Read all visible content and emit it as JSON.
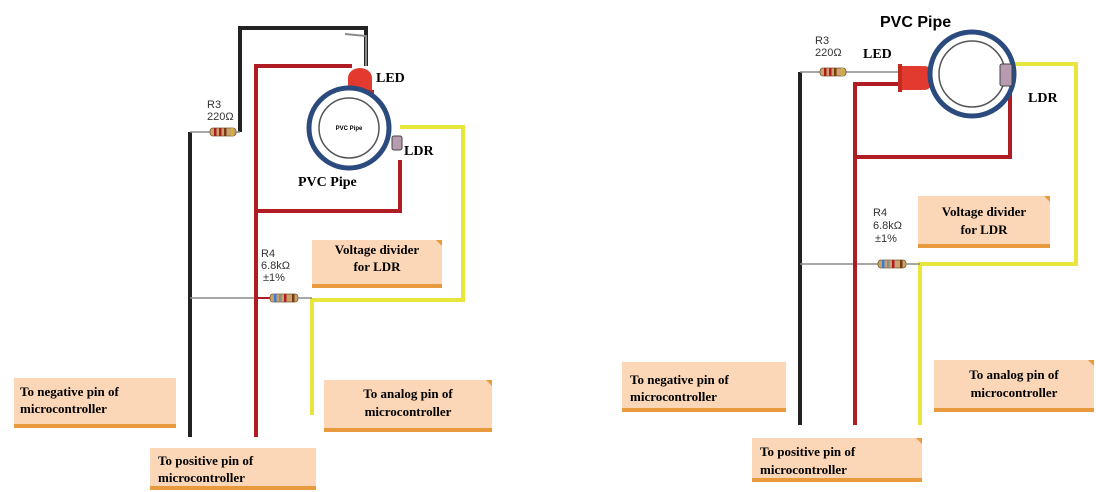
{
  "left": {
    "r3": {
      "name": "R3",
      "value": "220Ω"
    },
    "r4": {
      "name": "R4",
      "value": "6.8kΩ",
      "tolerance": "±1%"
    },
    "led_label": "LED",
    "ldr_label": "LDR",
    "pipe_inner_label": "PVC Pipe",
    "pipe_label": "PVC Pipe",
    "divider_note": [
      "Voltage divider",
      "for LDR"
    ],
    "neg_note": [
      "To negative pin of",
      "microcontroller"
    ],
    "pos_note": [
      "To positive pin of",
      "microcontroller"
    ],
    "analog_note": [
      "To analog pin of",
      "microcontroller"
    ]
  },
  "right": {
    "r3": {
      "name": "R3",
      "value": "220Ω"
    },
    "r4": {
      "name": "R4",
      "value": "6.8kΩ",
      "tolerance": "±1%"
    },
    "led_label": "LED",
    "ldr_label": "LDR",
    "pipe_label": "PVC Pipe",
    "divider_note": [
      "Voltage divider",
      "for LDR"
    ],
    "neg_note": [
      "To negative pin of",
      "microcontroller"
    ],
    "pos_note": [
      "To positive pin of",
      "microcontroller"
    ],
    "analog_note": [
      "To analog pin of",
      "microcontroller"
    ]
  },
  "colors": {
    "wire_black": "#222222",
    "wire_red": "#b01c24",
    "wire_yellow": "#e6e63c",
    "wire_gray": "#8a8a8a",
    "pipe_ring": "#2b4a7e",
    "note_fill": "#fbd7b7",
    "note_fold": "#e89a3c",
    "led_red": "#e23a2e"
  },
  "icons": [
    "resistor-icon",
    "led-icon",
    "ldr-icon",
    "pvc-pipe-icon"
  ]
}
